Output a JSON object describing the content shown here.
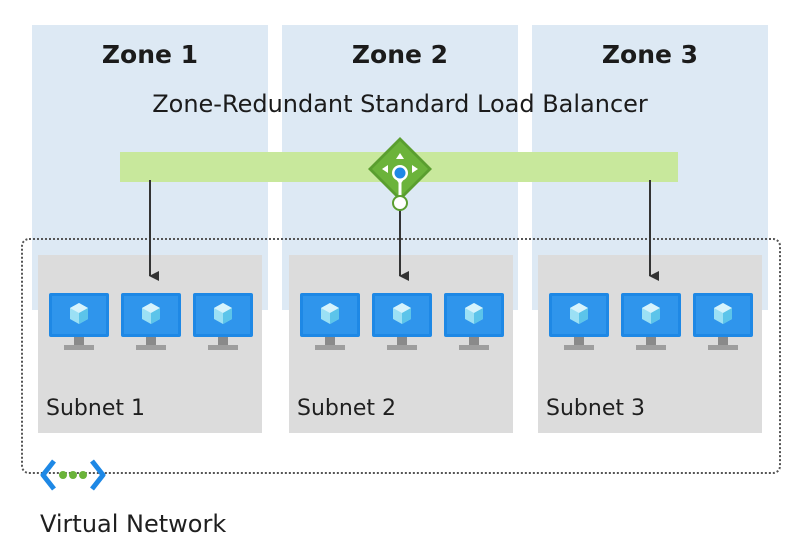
{
  "zones": [
    {
      "title": "Zone 1",
      "subnet": "Subnet 1"
    },
    {
      "title": "Zone 2",
      "subnet": "Subnet 2"
    },
    {
      "title": "Zone 3",
      "subnet": "Subnet 3"
    }
  ],
  "load_balancer": {
    "title": "Zone-Redundant Standard Load Balancer",
    "icon": "load-balancer-icon"
  },
  "vm_icon": "virtual-machine-icon",
  "vnet": {
    "label": "Virtual Network",
    "icon": "virtual-network-icon"
  },
  "colors": {
    "zone_bg": "#dde9f4",
    "lb_bar": "#c8e89c",
    "subnet_bg": "#dcdcdc",
    "vm_blue": "#1e88e5",
    "lb_green": "#5a9e2f"
  }
}
